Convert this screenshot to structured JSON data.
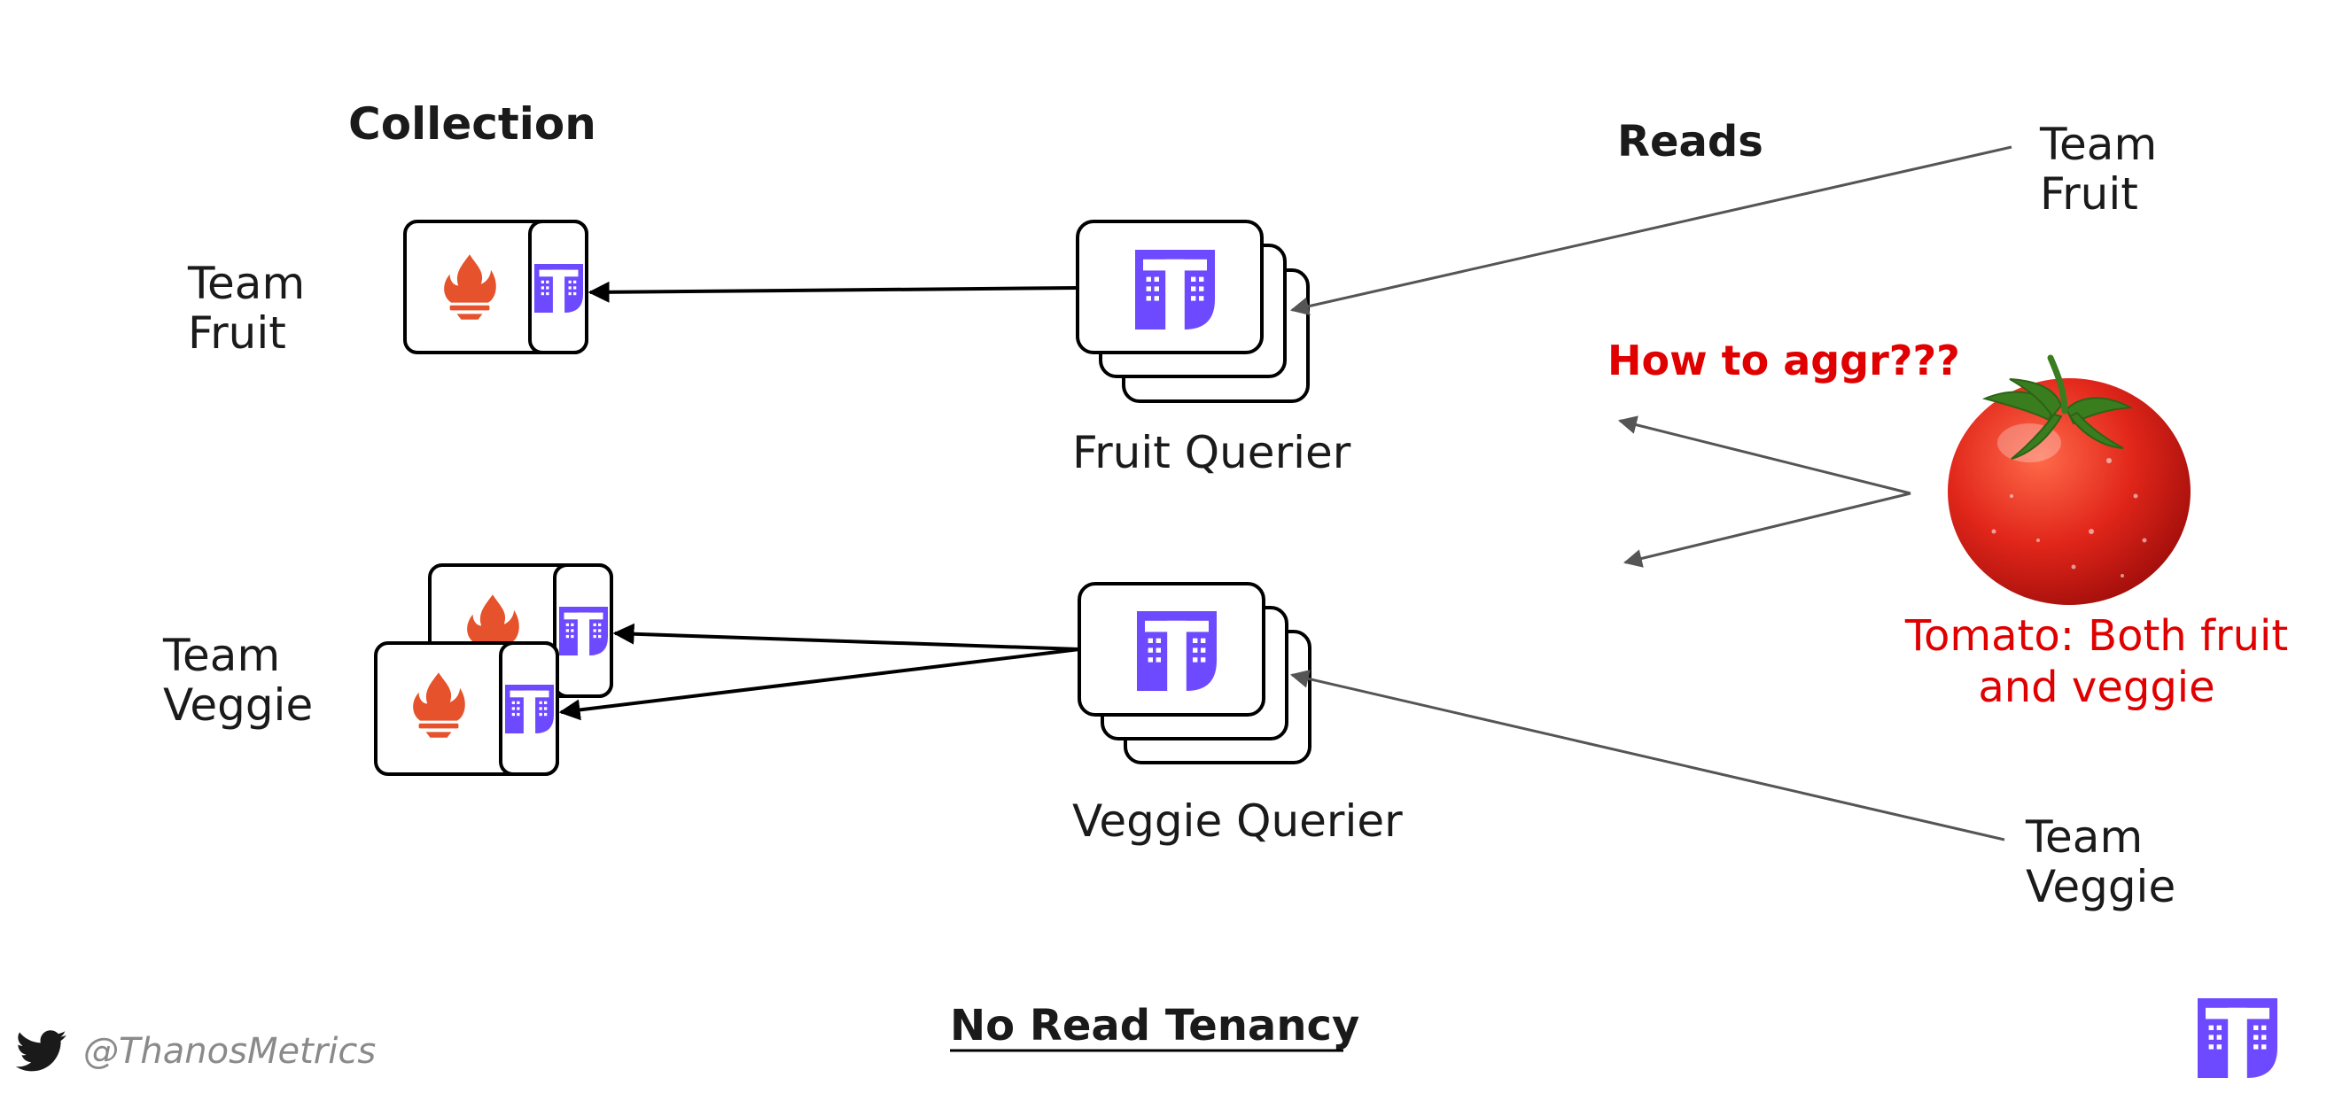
{
  "collection": {
    "heading": "Collection",
    "team_fruit": [
      "Team",
      "Fruit"
    ],
    "team_veggie": [
      "Team",
      "Veggie"
    ]
  },
  "queriers": {
    "fruit_label": "Fruit Querier",
    "veggie_label": "Veggie Querier"
  },
  "reads": {
    "heading": "Reads",
    "team_fruit": [
      "Team",
      "Fruit"
    ],
    "team_veggie": [
      "Team",
      "Veggie"
    ],
    "question": "How to aggr???"
  },
  "tomato": {
    "caption": [
      "Tomato: Both fruit",
      "and veggie"
    ]
  },
  "footer": {
    "title": "No Read Tenancy",
    "twitter_handle": "@ThanosMetrics"
  },
  "colors": {
    "thanos_purple": "#6d4aff",
    "prometheus_orange": "#e6522c",
    "question_red": "#e00000",
    "arrow_gray": "#555555"
  },
  "icons": [
    "prometheus-icon",
    "thanos-icon",
    "tomato-image",
    "twitter-icon"
  ]
}
